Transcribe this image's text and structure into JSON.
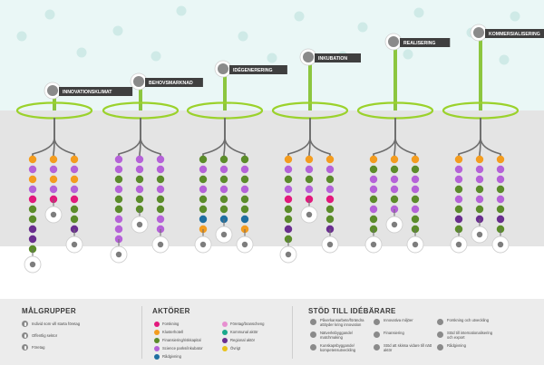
{
  "stages": [
    {
      "label": "INNOVATIONSKLIMAT"
    },
    {
      "label": "BEHOVSMARKNAD"
    },
    {
      "label": "IDÉGENERERING"
    },
    {
      "label": "INKUBATION"
    },
    {
      "label": "REALISERING"
    },
    {
      "label": "KOMMERSIALISERING"
    }
  ],
  "legend": {
    "malgrupper": {
      "title": "MÅLGRUPPER",
      "items": [
        {
          "label": "Individ som vill starta företag",
          "icon": "person-icon"
        },
        {
          "label": "Offentlig sektor",
          "icon": "team-icon"
        },
        {
          "label": "Företag",
          "icon": "group-icon"
        }
      ]
    },
    "aktorer": {
      "title": "AKTÖRER",
      "items": [
        {
          "label": "Forskning",
          "color": "#e2197c"
        },
        {
          "label": "Klusterhotell",
          "color": "#f39c1f"
        },
        {
          "label": "Finansiering/riskkapital",
          "color": "#5b8c2a"
        },
        {
          "label": "Science parks/inkubator",
          "color": "#b562d8"
        },
        {
          "label": "Rådgivning",
          "color": "#1f6fa0"
        },
        {
          "label": "Företag/branscheng",
          "color": "#e78fd0"
        },
        {
          "label": "Kommunal aktör",
          "color": "#1aa88c"
        },
        {
          "label": "Regional aktör",
          "color": "#6a2e8f"
        },
        {
          "label": "Övrigt",
          "color": "#e8c21a"
        }
      ]
    },
    "stod": {
      "title": "STÖD TILL IDÉBÄRARE",
      "items": [
        {
          "label": "Påverkansarbete/förändra attityder kring innovation",
          "icon": "megaphone-icon"
        },
        {
          "label": "Nätverksbyggande/ matchmaking",
          "icon": "network-icon"
        },
        {
          "label": "Kunskapsbyggande/ kompetensutveckling",
          "icon": "book-icon"
        },
        {
          "label": "Innovativa miljöer",
          "icon": "building-icon"
        },
        {
          "label": "Finansiering",
          "icon": "coins-icon"
        },
        {
          "label": "Stöd att skissa vidare till nätt aktör",
          "icon": "arrow-icon"
        },
        {
          "label": "Forskning och utveckling",
          "icon": "tools-icon"
        },
        {
          "label": "Stöd till internationalisering och export",
          "icon": "globe-icon"
        },
        {
          "label": "Rådgivning",
          "icon": "chat-icon"
        }
      ]
    }
  },
  "colors": {
    "sky": "#eaf7f6",
    "ground": "#e6e6e6",
    "stem": "#8cc63f",
    "ring": "#9bd22c",
    "pipe": "#6d6d6d",
    "label_bg": "#3f3f3f",
    "circle": "#7d7d7d"
  },
  "icons": [
    "leaf-icon",
    "lightbulb-icon",
    "hourglass-icon",
    "signpost-icon",
    "globe-icon",
    "apple-icon"
  ]
}
